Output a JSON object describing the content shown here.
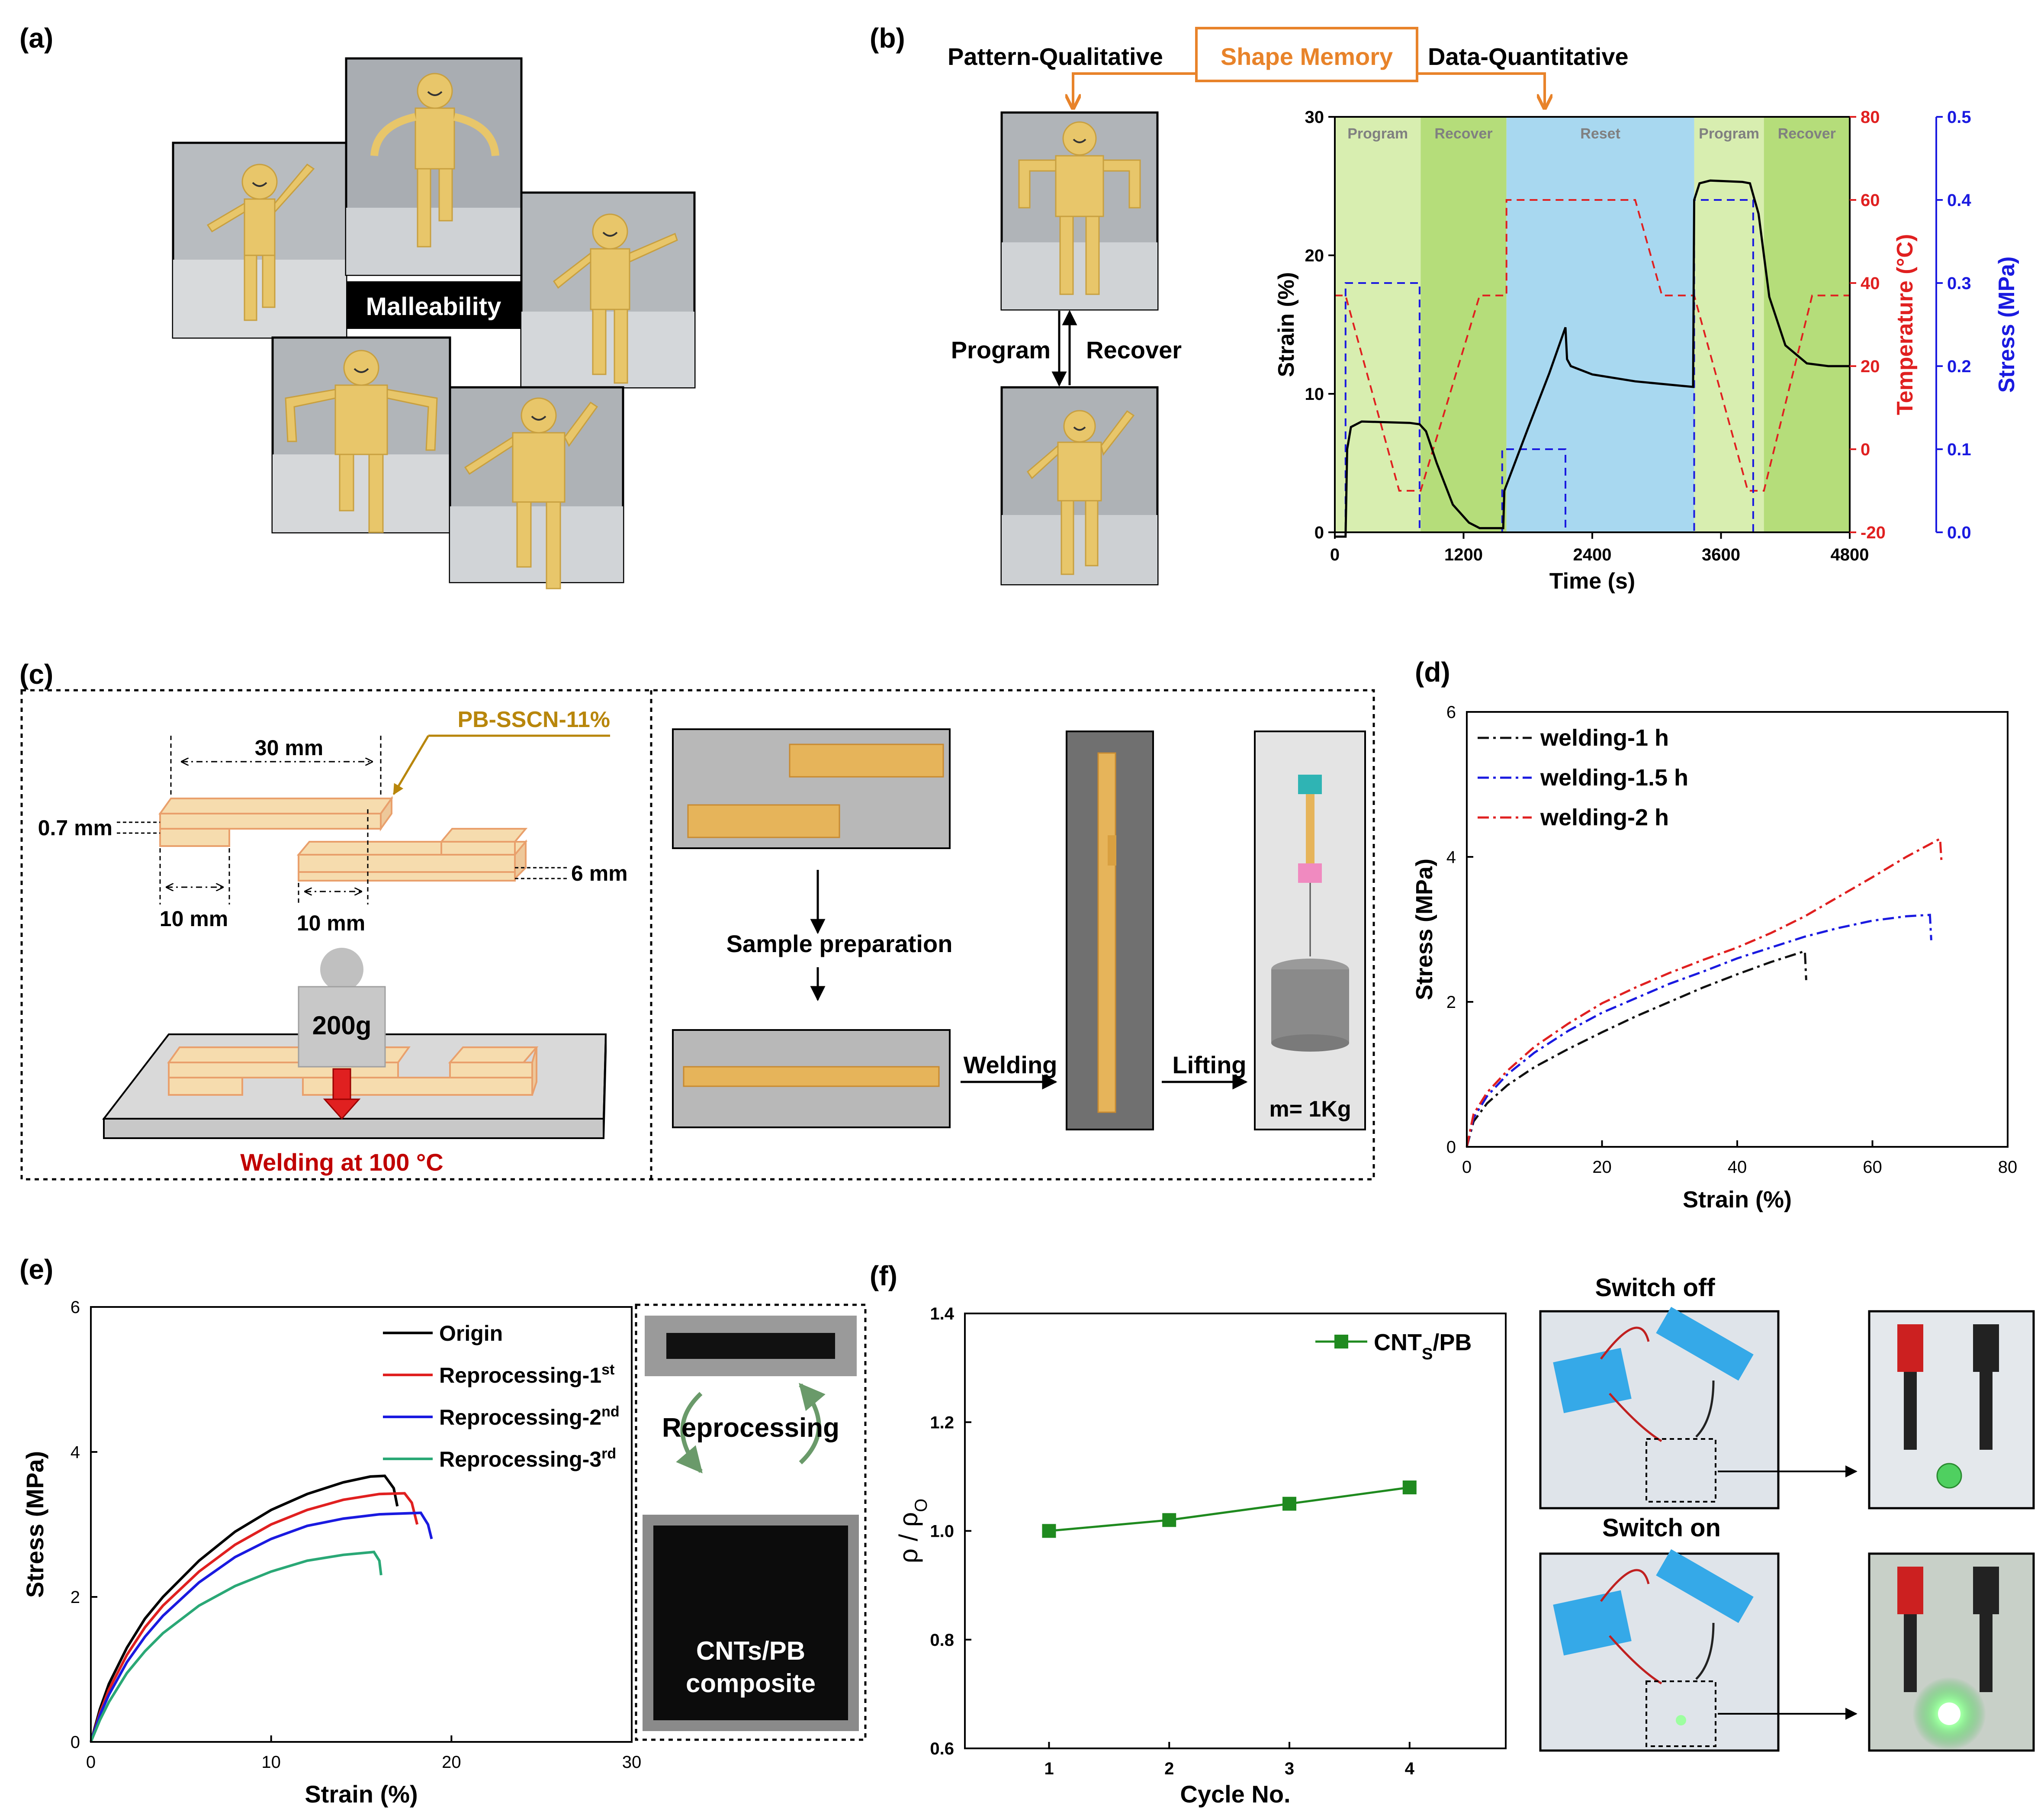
{
  "colors": {
    "orange": "#e8832a",
    "red": "#e02020",
    "blue": "#1a1ae0",
    "green": "#1f8a1f",
    "teal": "#2aa876",
    "gold": "#b8860b",
    "figure_yellow": "#e8c66a",
    "program_bg": "#d8eeb0",
    "recover_bg": "#b5dd7a",
    "reset_bg": "#a8d8f0",
    "photo_bg": "#b0b4b8",
    "sample_fill": "#f6dcae",
    "sample_edge": "#e9a06c"
  },
  "panel_a": {
    "label": "(a)",
    "tag": "Malleability"
  },
  "panel_b": {
    "label": "(b)",
    "title_left": "Pattern-Qualitative",
    "title_box": "Shape Memory",
    "title_right": "Data-Quantitative",
    "program_label": "Program",
    "recover_label": "Recover",
    "phase_labels": [
      "Program",
      "Recover",
      "Reset",
      "Program",
      "Recover"
    ],
    "chart_data": {
      "type": "line",
      "xlabel": "Time (s)",
      "ylabel": "Strain (%)",
      "y2label": "Temperature (°C)",
      "y3label": "Stress (MPa)",
      "xlim": [
        0,
        4800
      ],
      "ylim": [
        0,
        30
      ],
      "y2lim": [
        -20,
        80
      ],
      "y3lim": [
        0,
        0.5
      ],
      "x_ticks": [
        0,
        1200,
        2400,
        3600,
        4800
      ],
      "y_ticks": [
        0,
        10,
        20,
        30
      ],
      "y2_ticks": [
        -20,
        0,
        20,
        40,
        60,
        80
      ],
      "y3_ticks": [
        "0.0",
        "0.1",
        "0.2",
        "0.3",
        "0.4",
        "0.5"
      ],
      "phases": [
        [
          0,
          800
        ],
        [
          800,
          1600
        ],
        [
          1600,
          3350
        ],
        [
          3350,
          4000
        ],
        [
          4000,
          4800
        ]
      ],
      "series": [
        {
          "axis": "strain",
          "points": [
            [
              0,
              0
            ],
            [
              100,
              0
            ],
            [
              115,
              6
            ],
            [
              150,
              7.6
            ],
            [
              250,
              8
            ],
            [
              700,
              7.9
            ],
            [
              790,
              7.8
            ],
            [
              850,
              7.3
            ],
            [
              950,
              5
            ],
            [
              1100,
              2
            ],
            [
              1250,
              0.7
            ],
            [
              1350,
              0.3
            ],
            [
              1550,
              0.3
            ],
            [
              1570,
              0.3
            ],
            [
              1580,
              3
            ],
            [
              1800,
              7.5
            ],
            [
              2000,
              11.5
            ],
            [
              2150,
              14.8
            ],
            [
              2165,
              12.5
            ],
            [
              2200,
              12
            ],
            [
              2400,
              11.4
            ],
            [
              2800,
              10.9
            ],
            [
              3200,
              10.6
            ],
            [
              3340,
              10.5
            ],
            [
              3350,
              24
            ],
            [
              3400,
              25.2
            ],
            [
              3500,
              25.4
            ],
            [
              3800,
              25.3
            ],
            [
              3870,
              25.2
            ],
            [
              3950,
              23
            ],
            [
              4050,
              17
            ],
            [
              4200,
              13.5
            ],
            [
              4400,
              12.2
            ],
            [
              4600,
              12
            ],
            [
              4800,
              12
            ]
          ]
        },
        {
          "axis": "temperature",
          "points": [
            [
              0,
              37
            ],
            [
              100,
              37
            ],
            [
              600,
              -10
            ],
            [
              800,
              -10
            ],
            [
              1350,
              37
            ],
            [
              1600,
              37
            ],
            [
              1600,
              60
            ],
            [
              2800,
              60
            ],
            [
              3050,
              37
            ],
            [
              3350,
              37
            ],
            [
              3850,
              -10
            ],
            [
              4000,
              -10
            ],
            [
              4450,
              37
            ],
            [
              4800,
              37
            ]
          ]
        },
        {
          "axis": "stress",
          "points": [
            [
              0,
              0
            ],
            [
              100,
              0
            ],
            [
              100,
              0.3
            ],
            [
              790,
              0.3
            ],
            [
              790,
              0
            ],
            [
              1560,
              0
            ],
            [
              1560,
              0.1
            ],
            [
              2150,
              0.1
            ],
            [
              2150,
              0
            ],
            [
              3350,
              0
            ],
            [
              3350,
              0.4
            ],
            [
              3900,
              0.4
            ],
            [
              3900,
              0
            ],
            [
              4800,
              0
            ]
          ]
        }
      ]
    }
  },
  "panel_c": {
    "label": "(c)",
    "material": "PB-SSCN-11%",
    "dim_30": "30 mm",
    "dim_07": "0.7 mm",
    "dim_6": "6 mm",
    "dim_10a": "10 mm",
    "dim_10b": "10 mm",
    "weight": "200g",
    "welding_caption": "Welding at 100 °C",
    "step_prep": "Sample  preparation",
    "step_welding": "Welding",
    "step_lifting": "Lifting",
    "mass": "m= 1Kg"
  },
  "panel_d": {
    "label": "(d)",
    "chart_data": {
      "type": "line",
      "xlabel": "Strain (%)",
      "ylabel": "Stress (MPa)",
      "xlim": [
        0,
        80
      ],
      "ylim": [
        0,
        6
      ],
      "x_ticks": [
        0,
        20,
        40,
        60,
        80
      ],
      "y_ticks": [
        0,
        2,
        4,
        6
      ],
      "series": [
        {
          "name": "welding-1 h",
          "color": "#111111",
          "points": [
            [
              0,
              0
            ],
            [
              1,
              0.35
            ],
            [
              3,
              0.6
            ],
            [
              6,
              0.85
            ],
            [
              10,
              1.1
            ],
            [
              15,
              1.35
            ],
            [
              20,
              1.58
            ],
            [
              25,
              1.8
            ],
            [
              30,
              2.0
            ],
            [
              35,
              2.2
            ],
            [
              40,
              2.38
            ],
            [
              45,
              2.55
            ],
            [
              50,
              2.7
            ],
            [
              50.2,
              2.3
            ]
          ]
        },
        {
          "name": "welding-1.5 h",
          "color": "#1a1ae0",
          "points": [
            [
              0,
              0
            ],
            [
              1,
              0.4
            ],
            [
              3,
              0.7
            ],
            [
              6,
              1.0
            ],
            [
              10,
              1.3
            ],
            [
              15,
              1.6
            ],
            [
              20,
              1.85
            ],
            [
              25,
              2.05
            ],
            [
              30,
              2.25
            ],
            [
              35,
              2.42
            ],
            [
              40,
              2.6
            ],
            [
              45,
              2.75
            ],
            [
              50,
              2.9
            ],
            [
              55,
              3.02
            ],
            [
              60,
              3.12
            ],
            [
              65,
              3.18
            ],
            [
              68.5,
              3.2
            ],
            [
              68.7,
              2.85
            ]
          ]
        },
        {
          "name": "welding-2 h",
          "color": "#e02020",
          "points": [
            [
              0,
              0
            ],
            [
              1,
              0.45
            ],
            [
              3,
              0.75
            ],
            [
              6,
              1.05
            ],
            [
              10,
              1.38
            ],
            [
              15,
              1.7
            ],
            [
              20,
              1.98
            ],
            [
              25,
              2.2
            ],
            [
              30,
              2.4
            ],
            [
              35,
              2.58
            ],
            [
              40,
              2.75
            ],
            [
              45,
              2.95
            ],
            [
              50,
              3.18
            ],
            [
              55,
              3.45
            ],
            [
              60,
              3.72
            ],
            [
              65,
              4.0
            ],
            [
              70,
              4.25
            ],
            [
              70.2,
              3.95
            ]
          ]
        }
      ]
    }
  },
  "panel_e": {
    "label": "(e)",
    "reprocessing_label": "Reprocessing",
    "composite_line1": "CNTs/PB",
    "composite_line2": "composite",
    "legend": [
      {
        "base": "Origin",
        "sup": ""
      },
      {
        "base": "Reprocessing-1",
        "sup": "st"
      },
      {
        "base": "Reprocessing-2",
        "sup": "nd"
      },
      {
        "base": "Reprocessing-3",
        "sup": "rd"
      }
    ],
    "chart_data": {
      "type": "line",
      "xlabel": "Strain (%)",
      "ylabel": "Stress (MPa)",
      "xlim": [
        0,
        30
      ],
      "ylim": [
        0,
        6
      ],
      "x_ticks": [
        0,
        10,
        20,
        30
      ],
      "y_ticks": [
        0,
        2,
        4,
        6
      ],
      "series": [
        {
          "color": "#000000",
          "points": [
            [
              0,
              0
            ],
            [
              0.5,
              0.45
            ],
            [
              1,
              0.8
            ],
            [
              2,
              1.3
            ],
            [
              3,
              1.7
            ],
            [
              4,
              2.0
            ],
            [
              6,
              2.5
            ],
            [
              8,
              2.9
            ],
            [
              10,
              3.2
            ],
            [
              12,
              3.42
            ],
            [
              14,
              3.58
            ],
            [
              15.5,
              3.66
            ],
            [
              16.3,
              3.67
            ],
            [
              16.8,
              3.5
            ],
            [
              17,
              3.25
            ]
          ]
        },
        {
          "color": "#e02020",
          "points": [
            [
              0,
              0
            ],
            [
              0.5,
              0.4
            ],
            [
              1,
              0.72
            ],
            [
              2,
              1.2
            ],
            [
              3,
              1.58
            ],
            [
              4,
              1.88
            ],
            [
              6,
              2.35
            ],
            [
              8,
              2.72
            ],
            [
              10,
              3.0
            ],
            [
              12,
              3.2
            ],
            [
              14,
              3.34
            ],
            [
              16,
              3.42
            ],
            [
              17.4,
              3.43
            ],
            [
              17.8,
              3.3
            ],
            [
              18.1,
              3.0
            ]
          ]
        },
        {
          "color": "#1a1ae0",
          "points": [
            [
              0,
              0
            ],
            [
              0.5,
              0.37
            ],
            [
              1,
              0.65
            ],
            [
              2,
              1.1
            ],
            [
              3,
              1.45
            ],
            [
              4,
              1.74
            ],
            [
              6,
              2.2
            ],
            [
              8,
              2.55
            ],
            [
              10,
              2.8
            ],
            [
              12,
              2.98
            ],
            [
              14,
              3.08
            ],
            [
              16,
              3.14
            ],
            [
              18.3,
              3.16
            ],
            [
              18.7,
              3.0
            ],
            [
              18.9,
              2.8
            ]
          ]
        },
        {
          "color": "#2aa876",
          "points": [
            [
              0,
              0
            ],
            [
              0.5,
              0.3
            ],
            [
              1,
              0.55
            ],
            [
              2,
              0.95
            ],
            [
              3,
              1.25
            ],
            [
              4,
              1.5
            ],
            [
              6,
              1.88
            ],
            [
              8,
              2.15
            ],
            [
              10,
              2.35
            ],
            [
              12,
              2.5
            ],
            [
              14,
              2.58
            ],
            [
              15.7,
              2.62
            ],
            [
              16.0,
              2.5
            ],
            [
              16.1,
              2.3
            ]
          ]
        }
      ]
    }
  },
  "panel_f": {
    "label": "(f)",
    "switch_off": "Switch off",
    "switch_on": "Switch on",
    "legend_base": "CNT",
    "legend_sub": "S",
    "legend_tail": "/PB",
    "ylabel_main": "ρ / ρ",
    "ylabel_sub": "O",
    "chart_data": {
      "type": "line",
      "xlabel": "Cycle No.",
      "xlim": [
        0.3,
        4.8
      ],
      "ylim": [
        0.6,
        1.4
      ],
      "x_ticks": [
        1,
        2,
        3,
        4
      ],
      "y_ticks": [
        "0.6",
        "0.8",
        "1.0",
        "1.2",
        "1.4"
      ],
      "series": [
        {
          "name": "CNTS/PB",
          "color": "#1f8a1f",
          "x": [
            1,
            2,
            3,
            4
          ],
          "y": [
            1.0,
            1.02,
            1.05,
            1.08
          ]
        }
      ]
    }
  }
}
